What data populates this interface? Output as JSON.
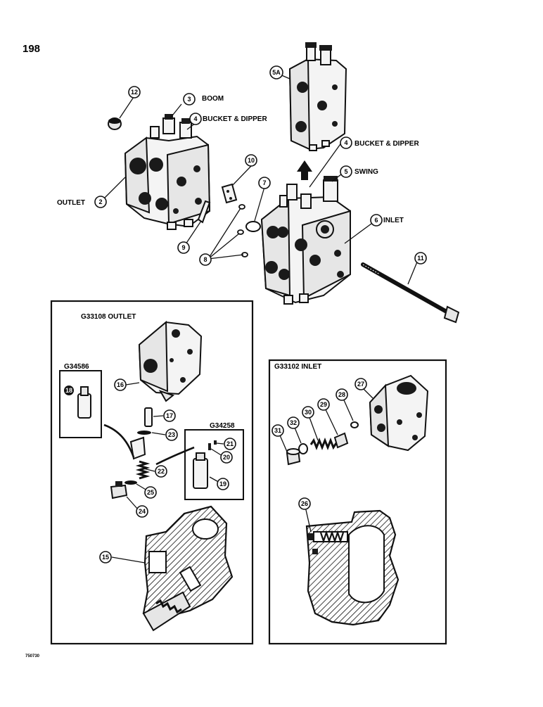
{
  "page_number": "198",
  "labels": {
    "boom": "BOOM",
    "bucket_dipper_left": "BUCKET & DIPPER",
    "bucket_dipper_right": "BUCKET & DIPPER",
    "swing": "SWING",
    "inlet": "INLET",
    "outlet": "OUTLET"
  },
  "callouts": {
    "c2": "2",
    "c3": "3",
    "c4a": "4",
    "c4b": "4",
    "c5": "5",
    "c5a": "5A",
    "c6": "6",
    "c7": "7",
    "c8": "8",
    "c9": "9",
    "c10": "10",
    "c11": "11",
    "c12": "12",
    "c15": "15",
    "c16": "16",
    "c17": "17",
    "c18": "18",
    "c19": "19",
    "c20": "20",
    "c21": "21",
    "c22": "22",
    "c23": "23",
    "c24": "24",
    "c25": "25",
    "c26": "26",
    "c27": "27",
    "c28": "28",
    "c29": "29",
    "c30": "30",
    "c31": "31",
    "c32": "32"
  },
  "boxes": {
    "outlet_title": "G33108 OUTLET",
    "kit_left": "G34586",
    "kit_right": "G34258",
    "inlet_title": "G33102 INLET"
  },
  "footer_code": "750730"
}
